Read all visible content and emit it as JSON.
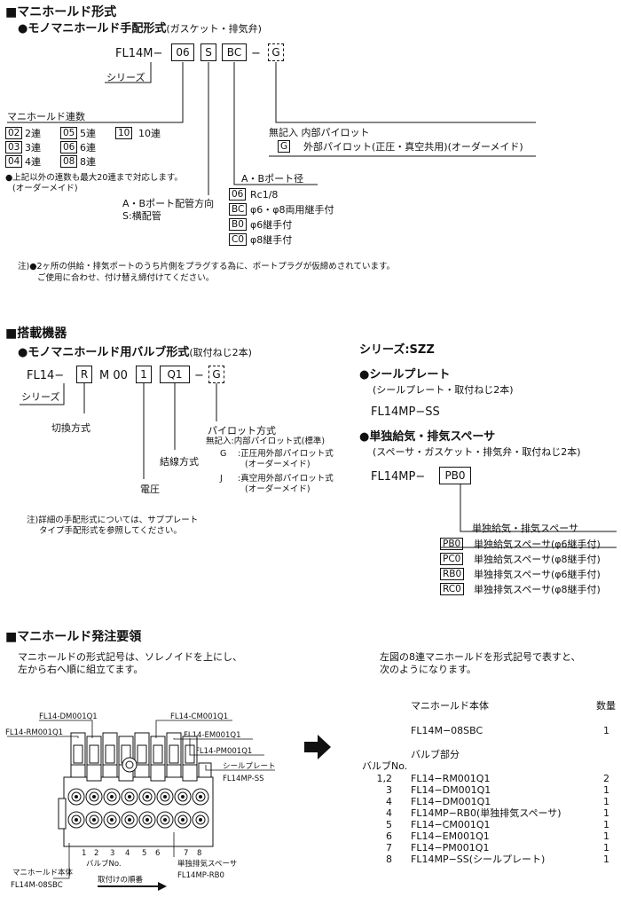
{
  "s1": {
    "heading": "■マニホールド形式",
    "sub": "●モノマニホールド手配形式",
    "sub_note": "(ガスケット・排気弁)",
    "code": {
      "prefix": "FL14M−",
      "b1": "06",
      "b2": "S",
      "b3": "BC",
      "dash": "−",
      "b4": "G"
    },
    "series": "シリーズ",
    "stations_title": "マニホールド連数",
    "stations": [
      {
        "code": "02",
        "label": "2連"
      },
      {
        "code": "05",
        "label": "5連"
      },
      {
        "code": "10",
        "label": "10連"
      },
      {
        "code": "03",
        "label": "3連"
      },
      {
        "code": "06",
        "label": "6連"
      },
      {
        "code": "04",
        "label": "4連"
      },
      {
        "code": "08",
        "label": "8連"
      }
    ],
    "stations_note1": "●上記以外の連数も最大20連まで対応します。",
    "stations_note2": "(オーダーメイド)",
    "dir_title": "A・Bポート配管方向",
    "dir_value": "S:横配管",
    "pilot_none": "無記入 内部パイロット",
    "pilot_g_code": "G",
    "pilot_g": "外部パイロット(正圧・真空共用)(オーダーメイド)",
    "port_title": "A・Bポート径",
    "ports": [
      {
        "code": "06",
        "label": "Rc1/8"
      },
      {
        "code": "BC",
        "label": "φ6・φ8両用継手付"
      },
      {
        "code": "B0",
        "label": "φ6継手付"
      },
      {
        "code": "C0",
        "label": "φ8継手付"
      }
    ],
    "note1": "注)●2ヶ所の供給・排気ポートのうち片側をプラグする為に、ポートプラグが仮締めされています。",
    "note2": "ご使用に合わせ、付け替え締付けてください。"
  },
  "s2": {
    "heading": "■搭載機器",
    "sub": "●モノマニホールド用バルブ形式",
    "sub_note": "(取付ねじ2本)",
    "code": {
      "prefix": "FL14−",
      "b1": "R",
      "mid": "M 00",
      "b2": "1",
      "b3": "Q1",
      "dash": "−",
      "b4": "G"
    },
    "series": "シリーズ",
    "switching": "切換方式",
    "voltage": "電圧",
    "wiring": "結線方式",
    "pilot_title": "パイロット方式",
    "pilot_none": "無記入:内部パイロット式(標準)",
    "pilot_g_key": "G",
    "pilot_g1": ":正圧用外部パイロット式",
    "pilot_g2": "(オーダーメイド)",
    "pilot_j_key": "J",
    "pilot_j1": ":真空用外部パイロット式",
    "pilot_j2": "(オーダーメイド)",
    "note1": "注)詳細の手配形式については、サブプレート",
    "note2": "タイプ手配形式を参照してください。",
    "r_series": "シリーズ:SZZ",
    "seal_title": "●シールプレート",
    "seal_note": "(シールプレート・取付ねじ2本)",
    "seal_code": "FL14MP−SS",
    "spacer_title": "●単独給気・排気スペーサ",
    "spacer_note": "(スペーサ・ガスケット・排気弁・取付ねじ2本)",
    "spacer_prefix": "FL14MP−",
    "spacer_box": "PB0",
    "spacer_label": "単独給気・排気スペーサ",
    "spacers": [
      {
        "code": "PB0",
        "label": "単独給気スペーサ(φ6継手付)"
      },
      {
        "code": "PC0",
        "label": "単独給気スペーサ(φ8継手付)"
      },
      {
        "code": "RB0",
        "label": "単独排気スペーサ(φ6継手付)"
      },
      {
        "code": "RC0",
        "label": "単独排気スペーサ(φ8継手付)"
      }
    ]
  },
  "s3": {
    "heading": "■マニホールド発注要領",
    "left1": "マニホールドの形式記号は、ソレノイドを上にし、",
    "left2": "左から右へ順に組立てます。",
    "right1": "左図の8連マニホールドを形式記号で表すと、",
    "right2": "次のようになります。",
    "callouts": [
      "FL14-DM001Q1",
      "FL14-CM001Q1",
      "FL14-RM001Q1",
      "FL14-EM001Q1",
      "FL14-PM001Q1",
      "シールプレート",
      "FL14MP-SS"
    ],
    "valve_nums": [
      "1",
      "2",
      "3",
      "4",
      "5",
      "6",
      "7",
      "8"
    ],
    "valve_no": "バルブNo.",
    "spacer_l1": "単独排気スペーサ",
    "spacer_l2": "FL14MP-RB0",
    "base_l1": "マニホールド本体",
    "base_l2": "FL14M-08SBC",
    "order": "取付けの順番",
    "t_body": "マニホールド本体",
    "t_qty": "数量",
    "t_body_code": "FL14M−08SBC",
    "t_body_qty": "1",
    "t_valve_part": "バルブ部分",
    "t_valve_no": "バルブNo.",
    "rows": [
      {
        "no": "1,2",
        "code": "FL14−RM001Q1",
        "qty": "2"
      },
      {
        "no": "3",
        "code": "FL14−DM001Q1",
        "qty": "1"
      },
      {
        "no": "4",
        "code": "FL14−DM001Q1",
        "qty": "1"
      },
      {
        "no": "4",
        "code": "FL14MP−RB0(単独排気スペーサ)",
        "qty": "1"
      },
      {
        "no": "5",
        "code": "FL14−CM001Q1",
        "qty": "1"
      },
      {
        "no": "6",
        "code": "FL14−EM001Q1",
        "qty": "1"
      },
      {
        "no": "7",
        "code": "FL14−PM001Q1",
        "qty": "1"
      },
      {
        "no": "8",
        "code": "FL14MP−SS(シールプレート)",
        "qty": "1"
      }
    ]
  }
}
